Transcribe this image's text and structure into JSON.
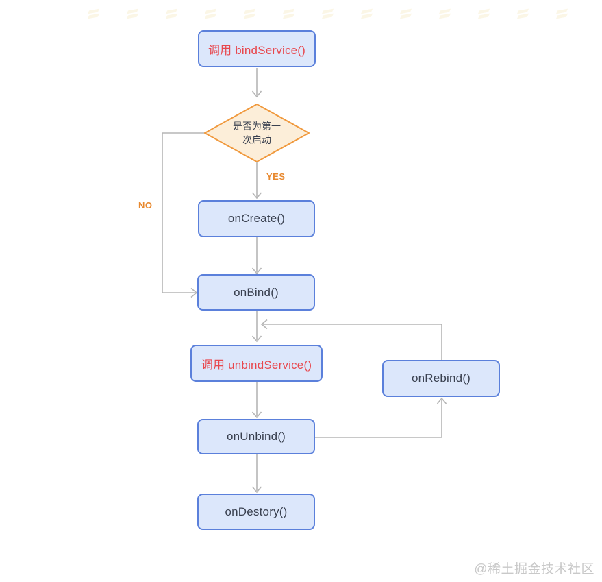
{
  "diagram": {
    "title_semantic": "bindService lifecycle flowchart",
    "nodes": {
      "bind_service": "调用 bindService()",
      "decision_line1": "是否为第一",
      "decision_line2": "次启动",
      "on_create": "onCreate()",
      "on_bind": "onBind()",
      "unbind_service": "调用 unbindService()",
      "on_unbind": "onUnbind()",
      "on_rebind": "onRebind()",
      "on_destory": "onDestory()"
    },
    "edge_labels": {
      "yes": "YES",
      "no": "NO"
    },
    "colors": {
      "node_fill": "#dce7fb",
      "node_border": "#5b80db",
      "node_text": "#3a4150",
      "red_text": "#e8484e",
      "diamond_fill": "#fceed9",
      "diamond_border": "#f0993d",
      "edge_label_orange": "#e8892f",
      "connector_gray": "#b5b5b5"
    }
  },
  "watermark": {
    "bottom_text": "@稀土掘金技术社区",
    "top_icon": "juejin-logo-icon",
    "top_icon_count": 13
  }
}
